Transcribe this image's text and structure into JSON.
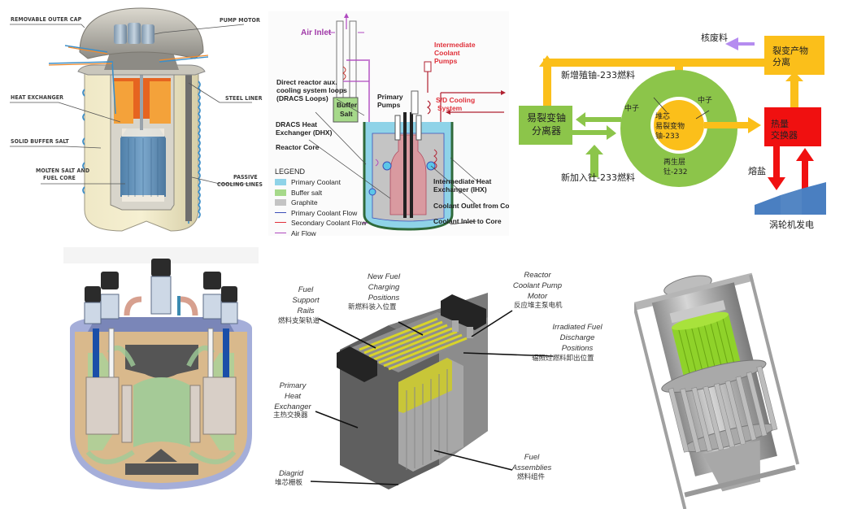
{
  "panels": {
    "capsule_reactor": {
      "labels": {
        "outer_cap": "REMOVABLE OUTER CAP",
        "pump_motor": "PUMP MOTOR",
        "heat_exchanger": "HEAT EXCHANGER",
        "steel_liner": "STEEL LINER",
        "buffer_salt": "SOLID BUFFER SALT",
        "core_line1": "MOLTEN SALT AND",
        "core_line2": "FUEL CORE",
        "cooling_line1": "PASSIVE",
        "cooling_line2": "COOLING LINES"
      }
    },
    "dracs_schematic": {
      "labels": {
        "air_inlet": "Air Inlet",
        "intermediate_pumps_1": "Intermediate",
        "intermediate_pumps_2": "Coolant",
        "intermediate_pumps_3": "Pumps",
        "dracs_loops_1": "Direct reactor aux.",
        "dracs_loops_2": "cooling system loops",
        "dracs_loops_3": "(DRACS Loops)",
        "primary_pumps_1": "Primary",
        "primary_pumps_2": "Pumps",
        "sd_cooling_1": "S/D Cooling",
        "sd_cooling_2": "System",
        "buffer_salt_1": "Buffer",
        "buffer_salt_2": "Salt",
        "dhx_1": "DRACS Heat",
        "dhx_2": "Exchanger (DHX)",
        "reactor_core": "Reactor Core",
        "ihx_1": "Intermediate Heat",
        "ihx_2": "Exchanger (IHX)",
        "coolant_outlet": "Coolant Outlet from Core",
        "coolant_inlet": "Coolant Inlet to Core"
      },
      "legend": {
        "title": "LEGEND",
        "items": [
          {
            "label": "Primary Coolant",
            "kind": "swatch",
            "color": "#8fd3e8"
          },
          {
            "label": "Buffer salt",
            "kind": "swatch",
            "color": "#a6d98a"
          },
          {
            "label": "Graphite",
            "kind": "swatch",
            "color": "#c4c4c4"
          },
          {
            "label": "Primary Coolant Flow",
            "kind": "arrow",
            "color": "#3b4fb8"
          },
          {
            "label": "Secondary Coolant Flow",
            "kind": "arrow",
            "color": "#e0303a"
          },
          {
            "label": "Air Flow",
            "kind": "arrow",
            "color": "#b04ac0"
          }
        ]
      }
    },
    "thorium_cycle": {
      "colors": {
        "yellow": "#fbbf1a",
        "green": "#8cc54a",
        "red": "#f01010",
        "purple": "#b58cf0",
        "blue": "#4a7fc1"
      },
      "labels": {
        "waste": "核废料",
        "fp_sep_1": "裂变产物",
        "fp_sep_2": "分离",
        "bred_fuel": "新增殖铀-233燃料",
        "u_sep_1": "易裂变铀",
        "u_sep_2": "分离器",
        "neutron_left": "中子",
        "neutron_right": "中子",
        "core_1": "堆芯",
        "core_2": "易裂变物",
        "core_3": "铀-233",
        "blanket_1": "再生层",
        "blanket_2": "钍-232",
        "hx_1": "热量",
        "hx_2": "交换器",
        "new_fuel": "新加入钍-233燃料",
        "molten_salt": "熔盐",
        "turbine": "涡轮机发电"
      }
    },
    "pool_reactor": {},
    "fuel_layout": {
      "labels": {
        "support_rails_en": "Fuel\nSupport\nRails",
        "support_rails_cn": "燃料支架轨道",
        "new_fuel_en": "New Fuel\nCharging\nPositions",
        "new_fuel_cn": "新燃料装入位置",
        "pump_motor_en": "Reactor\nCoolant Pump\nMotor",
        "pump_motor_cn": "反应堆主泵电机",
        "irradiated_en": "Irradiated Fuel\nDischarge\nPositions",
        "irradiated_cn": "辐照过燃料卸出位置",
        "phx_en": "Primary\nHeat\nExchanger",
        "phx_cn": "主热交换器",
        "diagrid_en": "Diagrid",
        "diagrid_cn": "堆芯栅板",
        "assemblies_en": "Fuel\nAssemblies",
        "assemblies_cn": "燃料组件"
      }
    },
    "caged_reactor": {}
  }
}
